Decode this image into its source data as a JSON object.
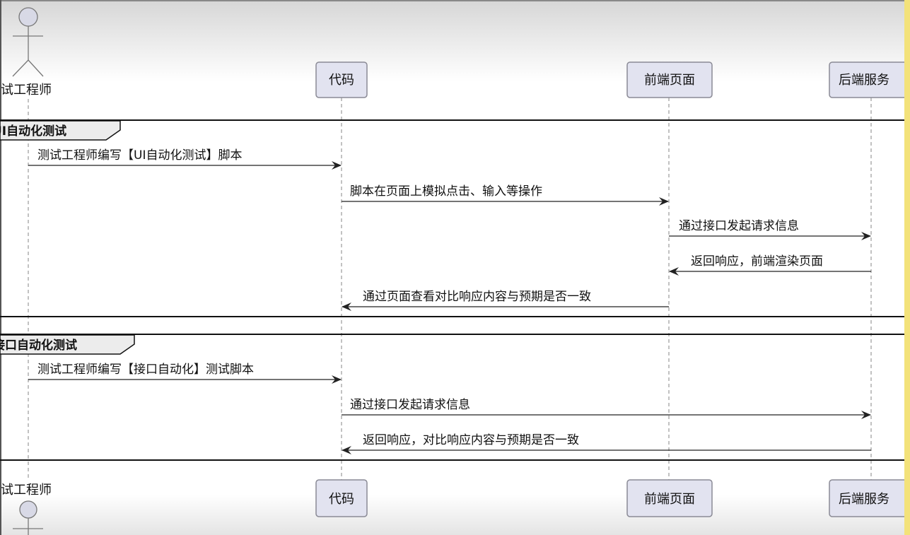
{
  "participants": {
    "actor": "测试工程师",
    "code": "代码",
    "frontend": "前端页面",
    "backend": "后端服务"
  },
  "groups": [
    {
      "label": "UI自动化测试"
    },
    {
      "label": "接口自动化测试"
    }
  ],
  "messages": [
    {
      "text": "测试工程师编写【UI自动化测试】脚本",
      "from": "测试工程师",
      "to": "代码"
    },
    {
      "text": "脚本在页面上模拟点击、输入等操作",
      "from": "代码",
      "to": "前端页面"
    },
    {
      "text": "通过接口发起请求信息",
      "from": "前端页面",
      "to": "后端服务"
    },
    {
      "text": "返回响应，前端渲染页面",
      "from": "后端服务",
      "to": "前端页面"
    },
    {
      "text": "通过页面查看对比响应内容与预期是否一致",
      "from": "前端页面",
      "to": "代码"
    },
    {
      "text": "测试工程师编写【接口自动化】测试脚本",
      "from": "测试工程师",
      "to": "代码"
    },
    {
      "text": "通过接口发起请求信息",
      "from": "代码",
      "to": "后端服务"
    },
    {
      "text": "返回响应，对比响应内容与预期是否一致",
      "from": "后端服务",
      "to": "代码"
    }
  ],
  "colors": {
    "participant_fill": "#e2e3f0",
    "participant_border": "#8a8a95",
    "header_gradient": "#d6d6d6",
    "edge_strip": "#f3e27a"
  }
}
